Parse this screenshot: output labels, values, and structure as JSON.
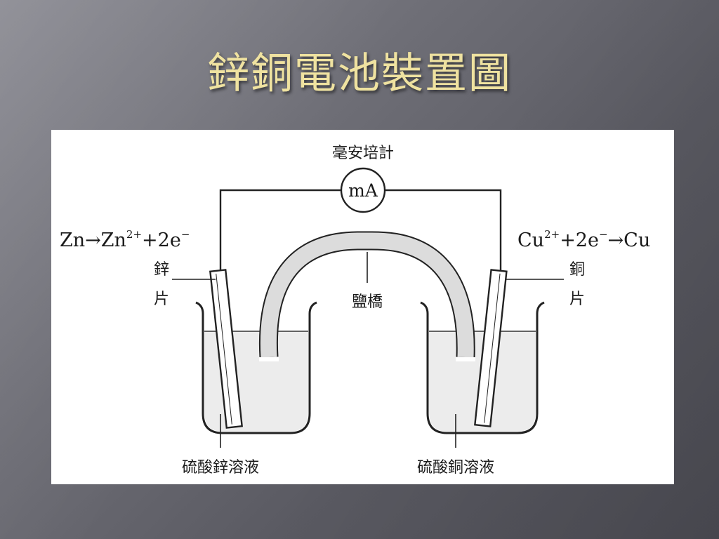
{
  "slide": {
    "title": "鋅銅電池裝置圖"
  },
  "diagram": {
    "meter_label": "毫安培計",
    "meter_symbol": "mA",
    "zinc_reaction": {
      "base1": "Zn→Zn",
      "sup1": "2+",
      "mid": "+2e",
      "sup2": "−"
    },
    "copper_reaction": {
      "base1": "Cu",
      "sup1": "2+",
      "mid": "+2e",
      "sup2": "−",
      "tail": "→Cu"
    },
    "zinc_plate_label_1": "鋅",
    "zinc_plate_label_2": "片",
    "copper_plate_label_1": "銅",
    "copper_plate_label_2": "片",
    "salt_bridge_label": "鹽橋",
    "zinc_solution_label": "硫酸鋅溶液",
    "copper_solution_label": "硫酸銅溶液"
  },
  "colors": {
    "title": "#efe2a0",
    "panel": "#ffffff",
    "liquid": "#ececec",
    "bridge": "#dcdcdc",
    "stroke": "#222222"
  }
}
